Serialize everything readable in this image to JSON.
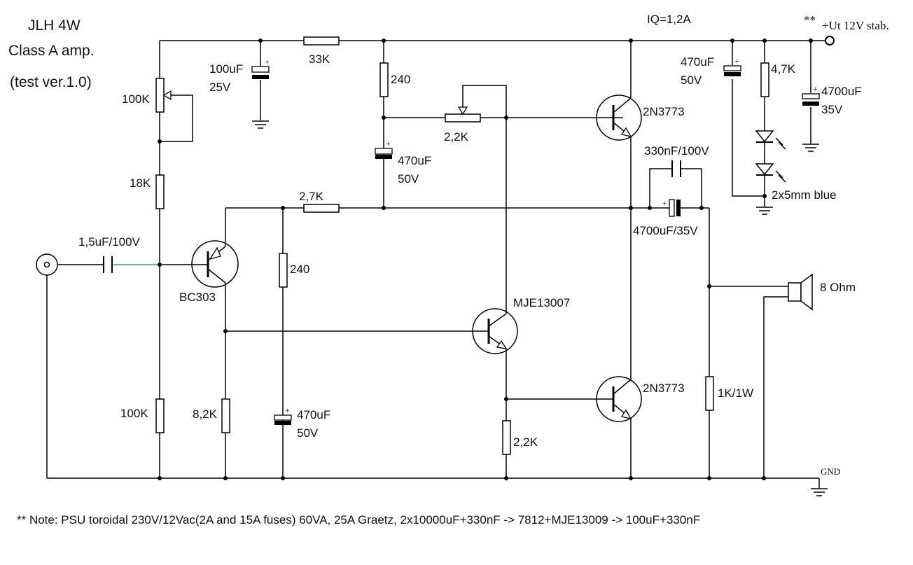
{
  "title": {
    "line1": "JLH 4W",
    "line2": "Class A amp.",
    "line3": "(test ver.1.0)"
  },
  "supply": {
    "iq": "IQ=1,2A",
    "stars": "**",
    "voltage": "+Ut 12V stab.",
    "gnd": "GND"
  },
  "components": {
    "pot_100k": "100K",
    "r_18k": "18K",
    "r_100k_bottom": "100K",
    "c_in": "1,5uF/100V",
    "q_bc303": "BC303",
    "c_100uf_value": "100uF",
    "c_100uf_voltage": "25V",
    "r_33k": "33K",
    "r_240_top": "240",
    "c_470uf_mid_value": "470uF",
    "c_470uf_mid_voltage": "50V",
    "pot_2k2": "2,2K",
    "r_2k7": "2,7K",
    "r_240_mid": "240",
    "c_470uf_low_value": "470uF",
    "c_470uf_low_voltage": "50V",
    "r_8k2": "8,2K",
    "q_mje13007": "MJE13007",
    "r_2k2_bottom": "2,2K",
    "q_2n3773_top": "2N3773",
    "q_2n3773_bottom": "2N3773",
    "c_330nf": "330nF/100V",
    "c_4700uf_out": "4700uF/35V",
    "r_1k": "1K/1W",
    "speaker": "8 Ohm",
    "c_470uf_psu_value": "470uF",
    "c_470uf_psu_voltage": "50V",
    "r_4k7": "4,7K",
    "leds": "2x5mm blue",
    "c_4700uf_psu_value": "4700uF",
    "c_4700uf_psu_voltage": "35V"
  },
  "note": "** Note: PSU toroidal 230V/12Vac(2A and 15A fuses) 60VA, 25A Graetz, 2x10000uF+330nF -> 7812+MJE13009 -> 100uF+330nF"
}
